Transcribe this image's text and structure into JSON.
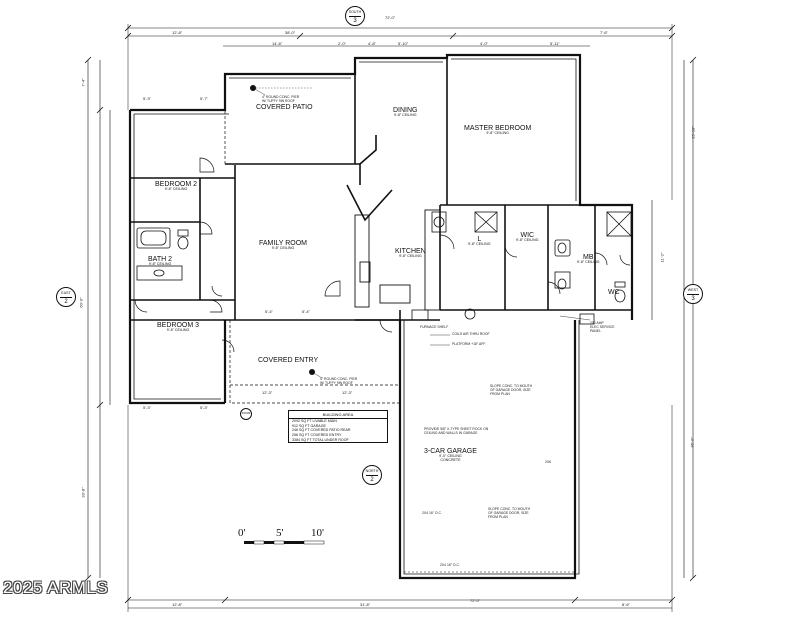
{
  "rooms": {
    "covered_patio": {
      "name": "COVERED PATIO"
    },
    "dining": {
      "name": "DINING",
      "ceiling": "9'-8\" CEILING"
    },
    "master_bedroom": {
      "name": "MASTER BEDROOM",
      "ceiling": "9'-8\" CEILING"
    },
    "bedroom_2": {
      "name": "BEDROOM 2",
      "ceiling": "9'-8\" CEILING"
    },
    "family_room": {
      "name": "FAMILY ROOM",
      "ceiling": "9'-8\" CEILING"
    },
    "kitchen": {
      "name": "KITCHEN",
      "ceiling": "9'-8\" CEILING"
    },
    "bath_2": {
      "name": "BATH 2",
      "ceiling": "9'-8\" CEILING"
    },
    "bedroom_3": {
      "name": "BEDROOM 3",
      "ceiling": "9'-8\" CEILING"
    },
    "laundry": {
      "name": "L",
      "ceiling": "9'-8\" CEILING"
    },
    "wic": {
      "name": "WIC",
      "ceiling": "9'-8\" CEILING"
    },
    "mb": {
      "name": "MB",
      "ceiling": "9'-8\" CEILING"
    },
    "wc": {
      "name": "WC"
    },
    "covered_entry": {
      "name": "COVERED ENTRY"
    },
    "garage": {
      "name": "3-CAR GARAGE",
      "ceiling": "9'-0\" CEILING",
      "floor": "CONCRETE"
    }
  },
  "dimensions": {
    "top_overall": "72'-0\"",
    "top_left": "12'-8\"",
    "top_mid": "38'-0\"",
    "top_right": "7'-6\"",
    "top_center": "14'-8\"",
    "top_seg1": "4'-8\"",
    "top_seg2": "5'-10\"",
    "top_seg3": "4'-0\"",
    "top_seg4": "5'-11\"",
    "top_seg5": "2'-0\"",
    "bottom_left": "12'-8\"",
    "bottom_mid": "31'-8\"",
    "bottom_right": "8'-6\"",
    "bottom_overall": "72'-0\"",
    "left_overall": "60'-0\"",
    "left_top": "7'-4\"",
    "left_bottom": "33'-8\"",
    "right_overall": "36'-0\"",
    "right_top": "25'-10\"",
    "right_mid": "11'-2\"",
    "bedroom2_top": "5'-3\"",
    "bedroom2_top2": "5'-7\"",
    "bedroom3_bot": "5'-3\"",
    "bedroom3_bot2": "5'-3\"",
    "family_a": "5'-4\"",
    "family_b": "5'-4\"",
    "entry_a": "12'-3\"",
    "entry_b": "12'-3\""
  },
  "bubbles": {
    "south": {
      "label": "SOUTH",
      "num": "3"
    },
    "east": {
      "label": "EAST",
      "num": "2"
    },
    "west": {
      "label": "WEST",
      "num": "3"
    },
    "north": {
      "label": "NORTH",
      "num": "2"
    },
    "door_tag": {
      "label": "DOOR"
    }
  },
  "notes": {
    "patio_light": "4\" ROUND CONC. PIER\nW/ TUFFY 9IN ROOF",
    "entry_light": "4\" ROUND CONC. PIER\nW/ TUFFY 9IN ROOF",
    "garage_slope_top": "SLOPE CONC. TO MOUTH\nOF GARAGE DOOR, SIZE\nFROM PLAN",
    "garage_slope_bot": "SLOPE CONC. TO MOUTH\nOF GARAGE DOOR, SIZE\nFROM PLAN",
    "garage_sheetrock": "PROVIDE 5/8\" X-TYPE SHEET ROCK ON\nCEILING AND WALLS IN GARAGE",
    "garage_spacing1": "2X4 16\" O.C.",
    "garage_spacing2": "2X4 16\" O.C.",
    "elec_panel": "200 AMP\nELEC SERVICE\nPANEL",
    "coil": "COILS AIR THRU ROOF",
    "platform": "PLATFORM +18\" AFF",
    "furnace": "FURNACE SHELF",
    "dim_2x6": "2X6"
  },
  "building_area": {
    "title": "BUILDING AREA",
    "rows": [
      "2092 SQ FT LIVABLE MAIN",
      "912 SQ FT GARAGE",
      "246 SQ FT COVERED PATIO REAR",
      "256 SQ FT COVERED ENTRY",
      "3384 SQ FT TOTAL UNDER ROOF"
    ]
  },
  "scale": {
    "s0": "0'",
    "s5": "5'",
    "s10": "10'"
  },
  "watermark": "2025 ARMLS"
}
